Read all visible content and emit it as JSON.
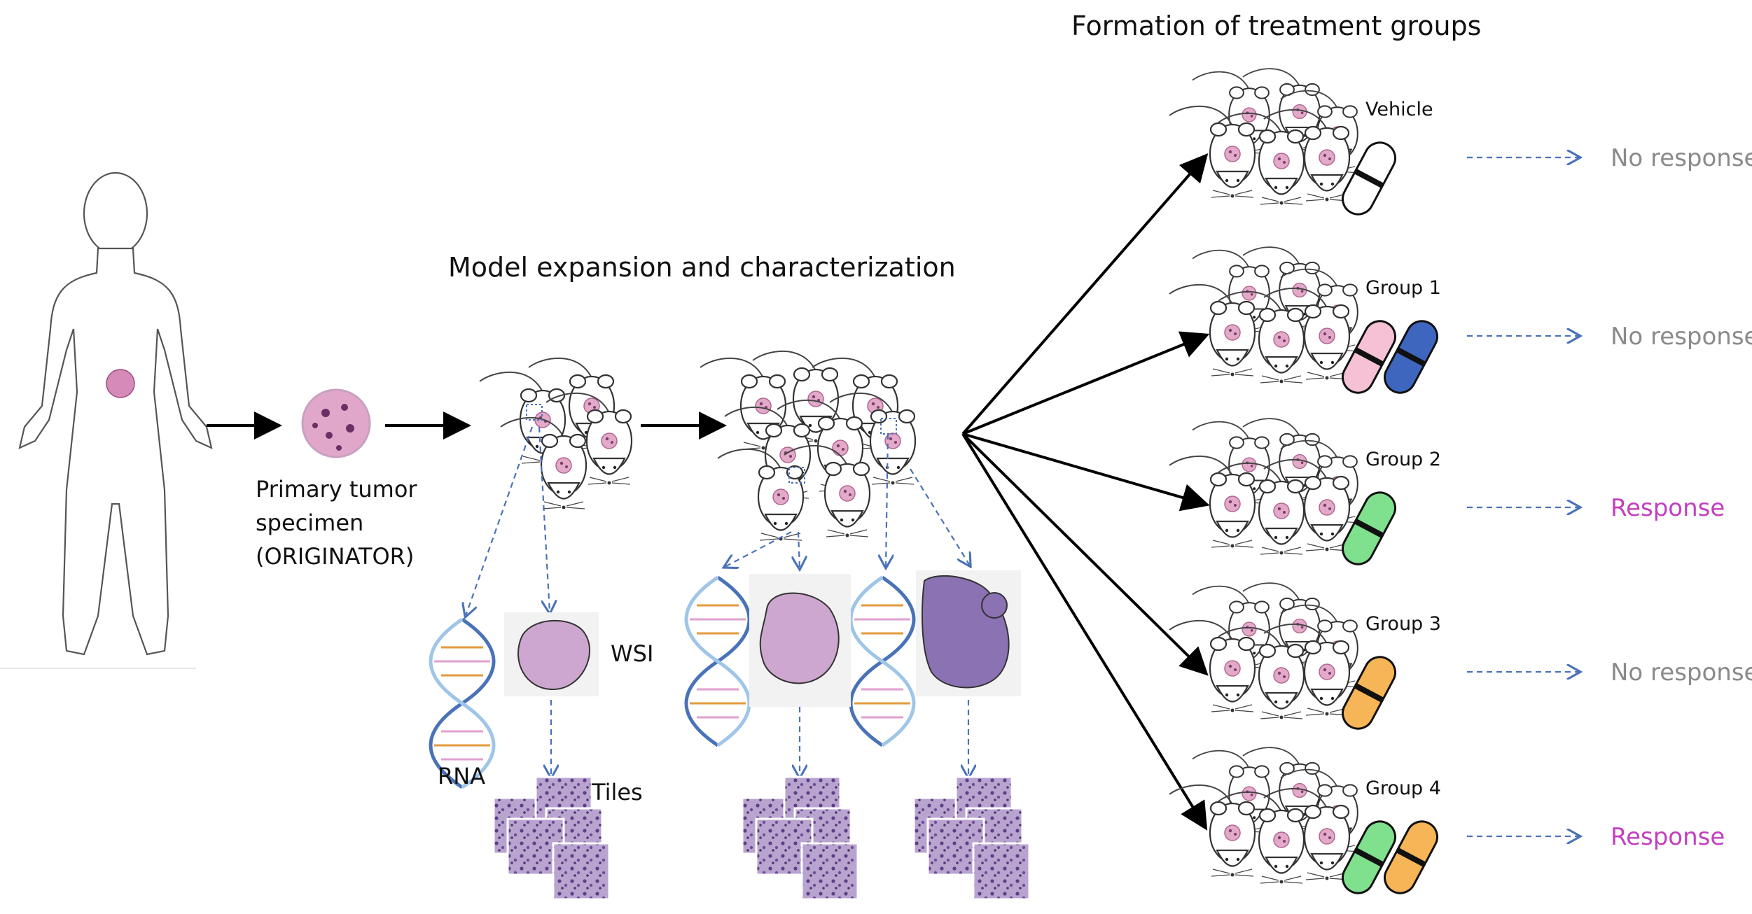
{
  "titles": {
    "treatment": "Formation of treatment groups",
    "expansion": "Model expansion and characterization"
  },
  "labels": {
    "primary_tumor": [
      "Primary tumor",
      "specimen",
      "(ORIGINATOR)"
    ],
    "wsi": "WSI",
    "rna": "RNA",
    "tiles": "Tiles"
  },
  "groups": [
    {
      "name": "Vehicle",
      "outcome": "No response",
      "pills": [
        "#ffffff"
      ]
    },
    {
      "name": "Group 1",
      "outcome": "No response",
      "pills": [
        "#f6c1d4",
        "#3f66bf"
      ]
    },
    {
      "name": "Group 2",
      "outcome": "Response",
      "pills": [
        "#7fe08e"
      ]
    },
    {
      "name": "Group 3",
      "outcome": "No response",
      "pills": [
        "#f6b556"
      ]
    },
    {
      "name": "Group 4",
      "outcome": "Response",
      "pills": [
        "#7fe08e",
        "#f6b556"
      ]
    }
  ],
  "colors": {
    "no_response": "#8a8a8a",
    "response": "#c23fbf",
    "dashed_arrow": "#4a72b8",
    "tissue": "#9b7ab8",
    "tumor": "#d68ab8"
  }
}
